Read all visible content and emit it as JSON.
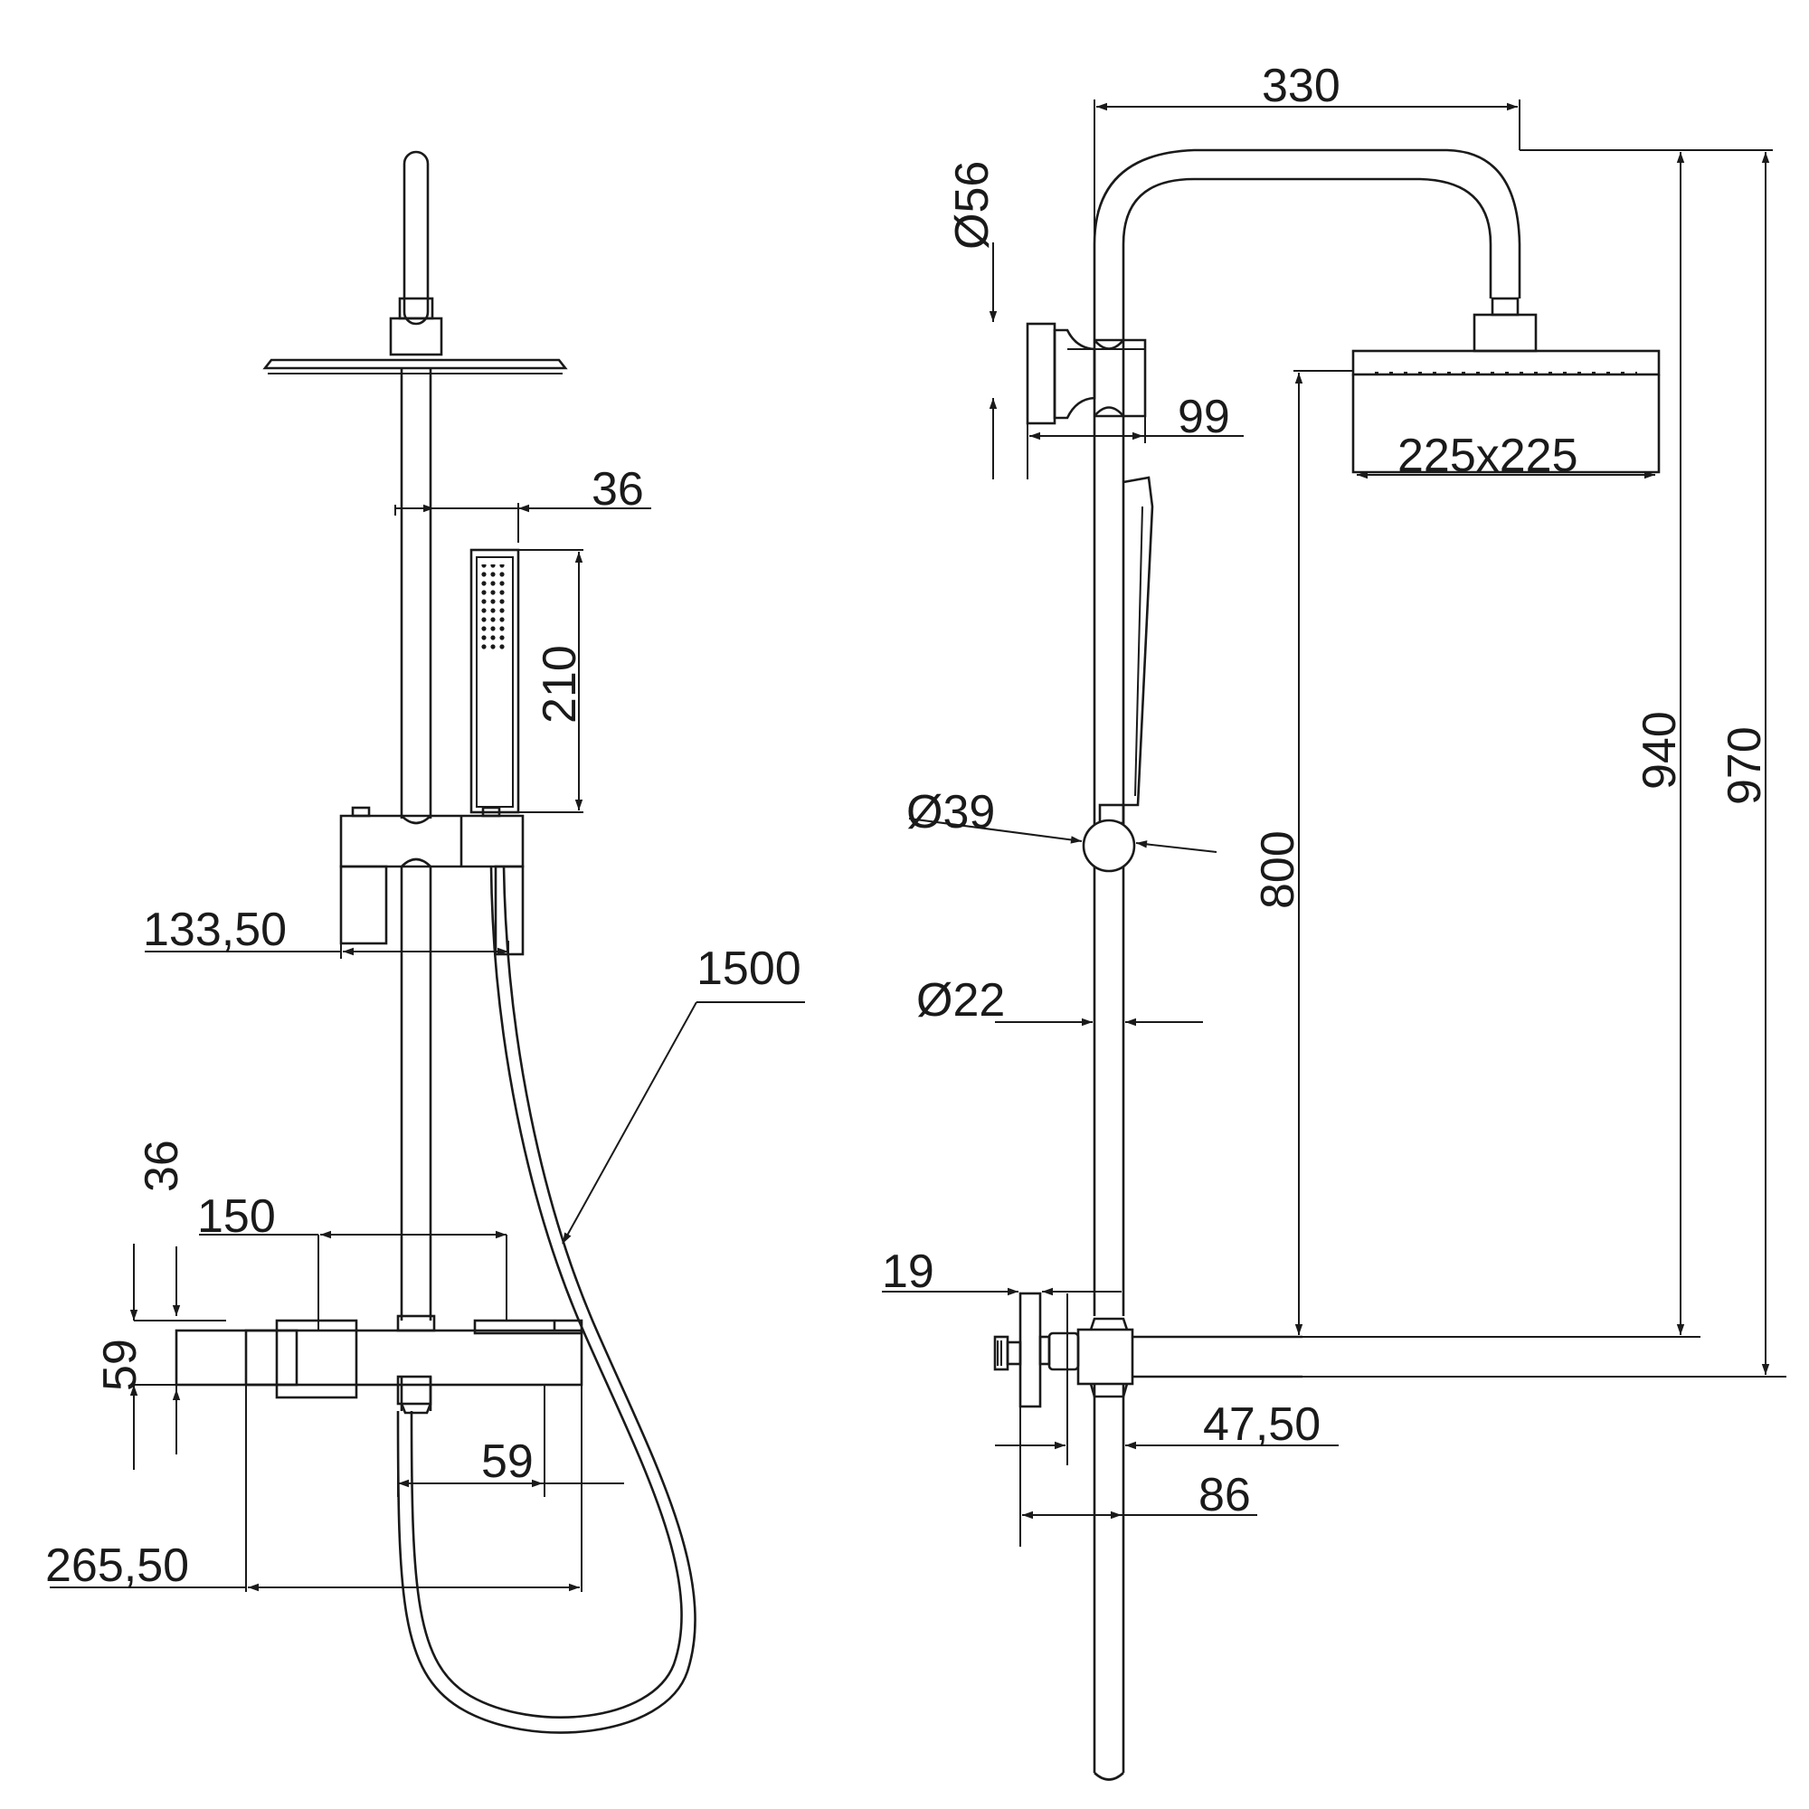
{
  "front_view": {
    "dims": {
      "handshower_width": "36",
      "handshower_length": "210",
      "slider_offset": "133,50",
      "hose_length": "1500",
      "valve_height_top": "36",
      "valve_height": "59",
      "inlet_spacing": "150",
      "valve_depth": "59",
      "valve_width": "265,50"
    }
  },
  "side_view": {
    "dims": {
      "arm_reach": "330",
      "bracket_diameter": "Ø56",
      "bracket_offset": "99",
      "head_size": "225x225",
      "slider_diameter": "Ø39",
      "rail_diameter": "Ø22",
      "rail_height": "800",
      "head_height": "940",
      "total_height": "970",
      "wall_gap": "19",
      "mixer_offset": "47,50",
      "mixer_depth": "86"
    }
  },
  "colors": {
    "line": "#1a1a1a",
    "background": "#ffffff"
  }
}
